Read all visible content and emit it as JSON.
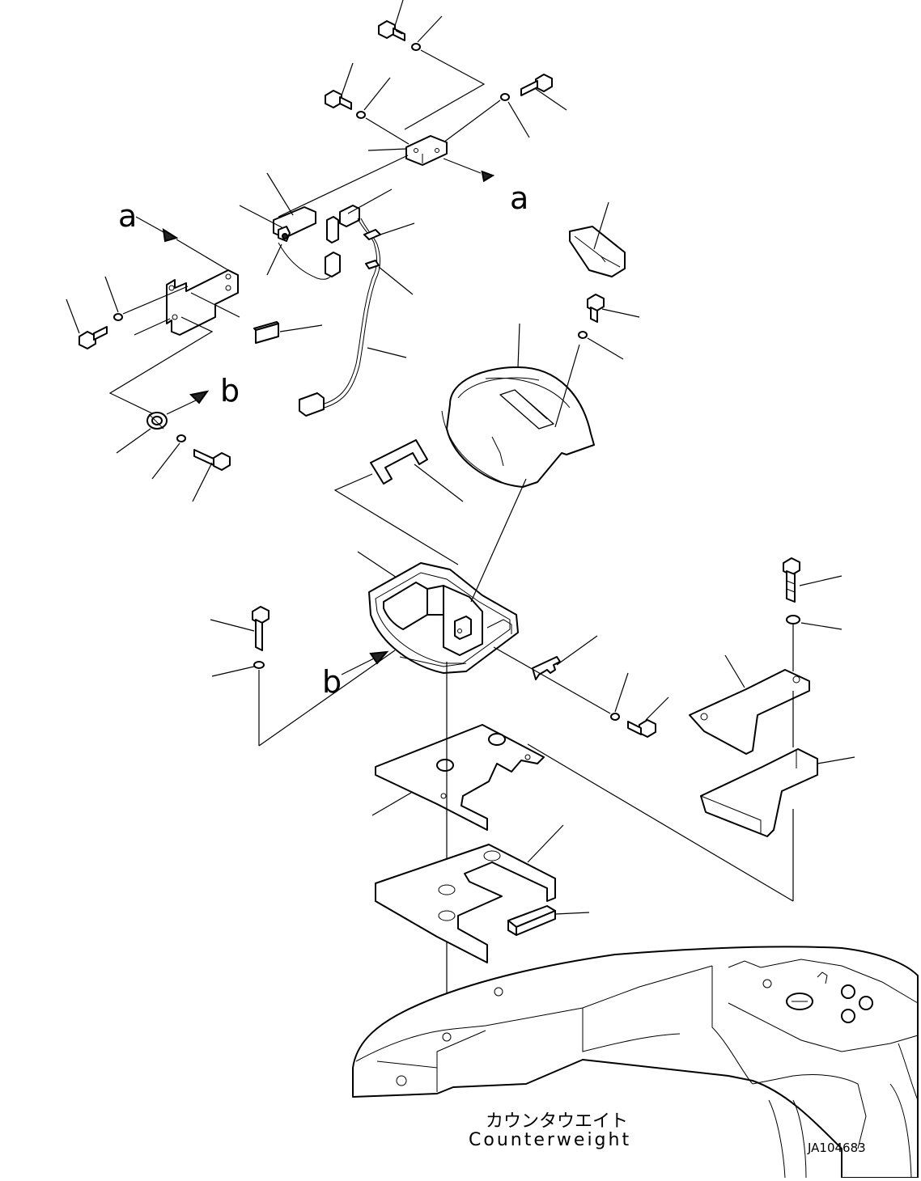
{
  "labels": {
    "ref_a_top": "a",
    "ref_a_left": "a",
    "ref_b_upper": "b",
    "ref_b_lower": "b",
    "counterweight_jp": "カウンタウエイト",
    "counterweight_en": "Counterweight",
    "drawing_id": "JA104683"
  }
}
